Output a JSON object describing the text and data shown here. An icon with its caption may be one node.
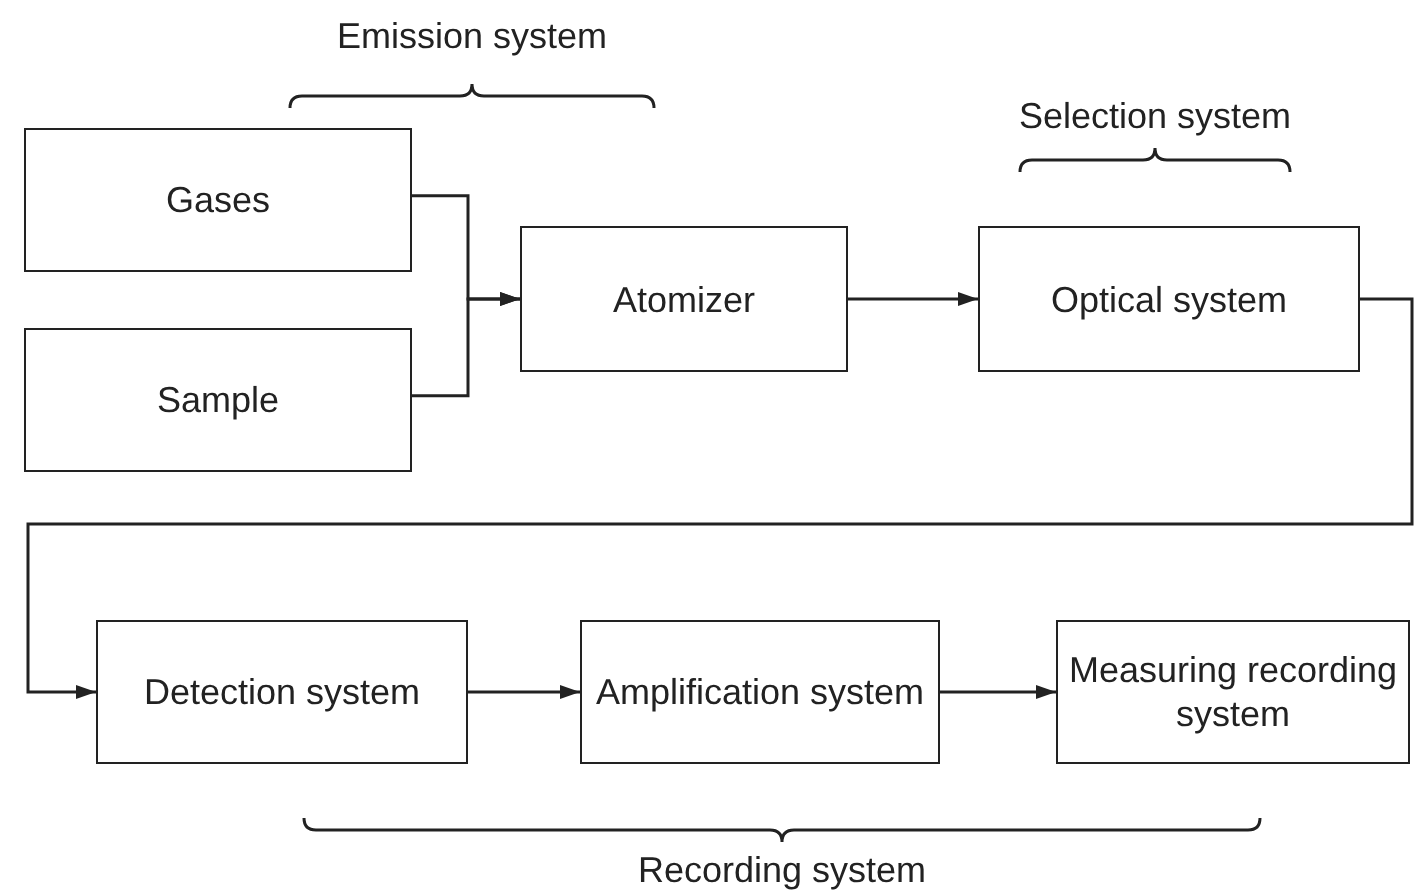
{
  "diagram": {
    "nodes": [
      {
        "text": [
          "Gases"
        ]
      },
      {
        "text": [
          "Sample"
        ]
      },
      {
        "text": [
          "Atomizer"
        ]
      },
      {
        "text": [
          "Optical system"
        ]
      },
      {
        "text": [
          "Detection system"
        ]
      },
      {
        "text": [
          "Amplification system"
        ]
      },
      {
        "text": [
          "Measuring recording system"
        ]
      }
    ],
    "edges": [
      {
        "from": 0,
        "to": 2,
        "arrow": "to"
      },
      {
        "from": 1,
        "to": 2,
        "arrow": "to"
      },
      {
        "from": 2,
        "to": 3,
        "arrow": "to"
      },
      {
        "from": 3,
        "to": 4,
        "arrow": "to"
      },
      {
        "from": 4,
        "to": 5,
        "arrow": "to"
      },
      {
        "from": 5,
        "to": 6,
        "arrow": "to"
      }
    ],
    "labels": [
      "Emission system",
      "Selection system",
      "Recording system"
    ]
  }
}
